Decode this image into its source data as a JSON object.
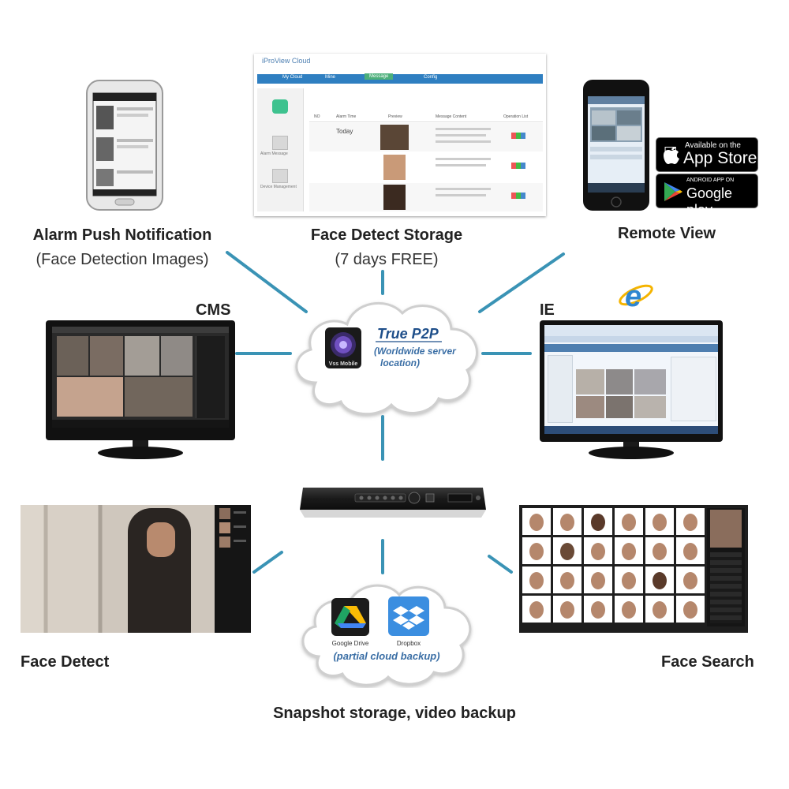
{
  "colors": {
    "connector": "#3a93b5",
    "cloud_fill": "#ffffff",
    "cloud_stroke": "#c9c9c9",
    "cloud_title": "#1f4f8a",
    "nvr_body": "#1b1b1b"
  },
  "nodes": {
    "alarm": {
      "title": "Alarm Push Notification",
      "subtitle": "(Face Detection Images)"
    },
    "storage": {
      "title": "Face Detect Storage",
      "subtitle": "(7 days FREE)"
    },
    "remote": {
      "title": "Remote View"
    },
    "cms": {
      "title": "CMS"
    },
    "ie": {
      "title": "IE"
    },
    "face_detect": {
      "title": "Face Detect"
    },
    "face_search": {
      "title": "Face Search"
    },
    "snapshot": {
      "title": "Snapshot storage, video backup"
    }
  },
  "p2p_cloud": {
    "title": "True P2P",
    "line1": "(Worldwide server",
    "line2": "location)",
    "app_label": "Vss Mobile"
  },
  "backup_cloud": {
    "google_drive": "Google Drive",
    "dropbox": "Dropbox",
    "caption": "(partial cloud backup)"
  },
  "badges": {
    "app_store_top": "Available on the",
    "app_store_main": "App Store",
    "google_play_top": "ANDROID APP ON",
    "google_play_main": "Google play"
  },
  "web_portal": {
    "brand": "iProView Cloud",
    "nav": [
      "My Cloud",
      "Mine",
      "Message",
      "Config"
    ],
    "columns": [
      "NO",
      "Alarm Time",
      "Preview",
      "Message Content",
      "Operation List"
    ],
    "side_items": [
      "Alarm Message",
      "Device Management"
    ],
    "row_today": "Today"
  }
}
